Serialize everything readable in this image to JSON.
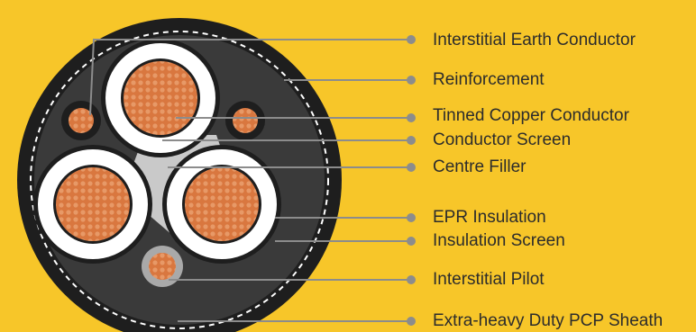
{
  "colors": {
    "background": "#F7C629",
    "sheath": "#1E1E1E",
    "reinforcement": "#3A3A3A",
    "filler": "#C9C9C9",
    "insulation": "#FFFFFF",
    "copper": "#D9773F",
    "copper_strand": "#F1B488",
    "leader": "#8C8C8C"
  },
  "labels": [
    "Interstitial Earth Conductor",
    "Reinforcement",
    "Tinned Copper Conductor",
    "Conductor Screen",
    "Centre Filler",
    "EPR Insulation",
    "Insulation Screen",
    "Interstitial Pilot",
    "Extra-heavy Duty PCP Sheath"
  ]
}
